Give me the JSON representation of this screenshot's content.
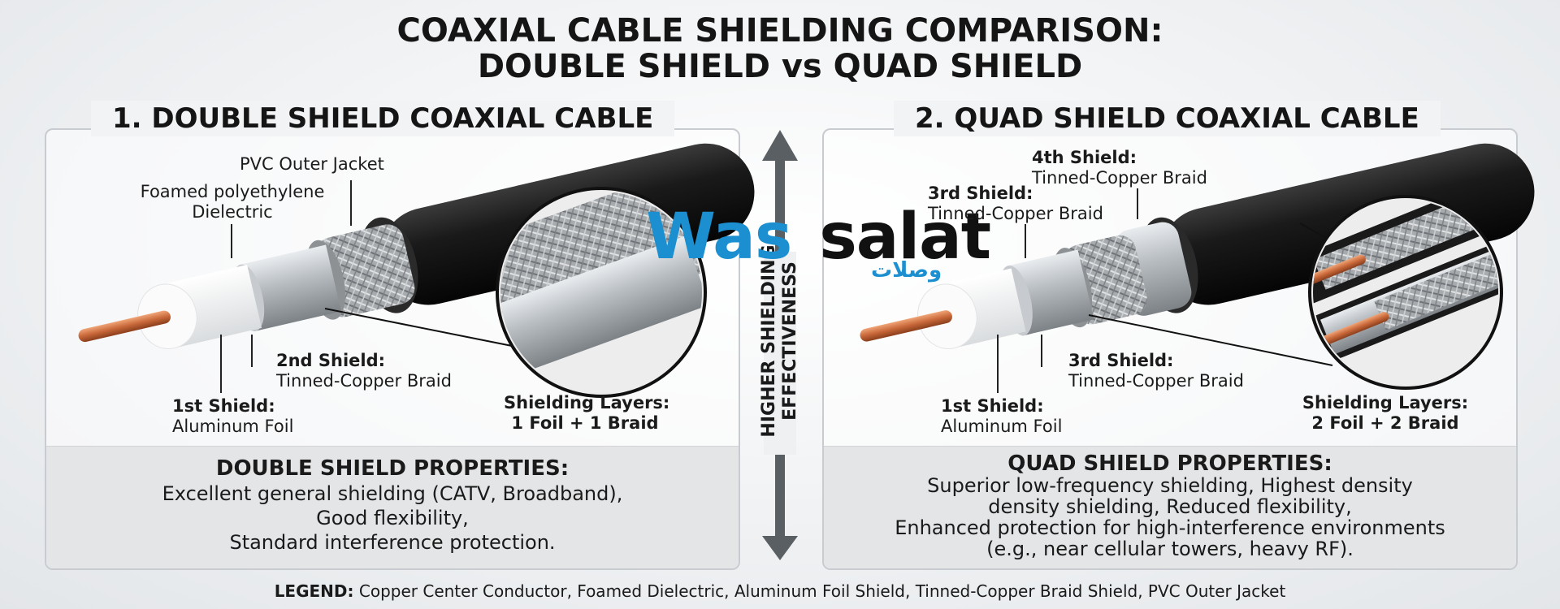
{
  "title": {
    "line1": "COAXIAL CABLE SHIELDING COMPARISON:",
    "line2": "DOUBLE SHIELD vs QUAD SHIELD"
  },
  "left": {
    "heading": "1. DOUBLE SHIELD COAXIAL CABLE",
    "labels": {
      "jacket": "PVC Outer Jacket",
      "dielectric_1": "Foamed polyethylene",
      "dielectric_2": "Dielectric",
      "shield2_title": "2nd Shield:",
      "shield2_desc": "Tinned-Copper Braid",
      "shield1_title": "1st Shield:",
      "shield1_desc": "Aluminum Foil",
      "layers_title": "Shielding Layers:",
      "layers_value": "1 Foil + 1 Braid"
    },
    "properties": {
      "title": "DOUBLE SHIELD PROPERTIES:",
      "lines": [
        "Excellent general shielding (CATV, Broadband),",
        "Good flexibility,",
        "Standard interference protection."
      ]
    }
  },
  "right": {
    "heading": "2. QUAD SHIELD COAXIAL CABLE",
    "labels": {
      "shield4_title": "4th Shield:",
      "shield4_desc": "Tinned-Copper Braid",
      "shield3a_title": "3rd Shield:",
      "shield3a_desc": "Tinned-Copper Braid",
      "shield3b_title": "3rd Shield:",
      "shield3b_desc": "Tinned-Copper Braid",
      "shield1_title": "1st Shield:",
      "shield1_desc": "Aluminum Foil",
      "layers_title": "Shielding Layers:",
      "layers_value": "2 Foil + 2 Braid"
    },
    "properties": {
      "title": "QUAD SHIELD PROPERTIES:",
      "lines": [
        "Superior low-frequency shielding, Highest density",
        "density shielding, Reduced flexibility,",
        "Enhanced protection for high-interference environments",
        "(e.g., near cellular towers, heavy RF)."
      ]
    }
  },
  "center_arrow": {
    "line1": "HIGHER SHIELDING",
    "line2": "EFFECTIVENESS"
  },
  "watermark": {
    "blue_part": "Was",
    "dark_part": "salat",
    "arabic": "وصلات"
  },
  "legend": {
    "label": "LEGEND:",
    "text": "Copper Center Conductor, Foamed Dielectric, Aluminum Foil Shield, Tinned-Copper Braid Shield, PVC Outer Jacket"
  },
  "colors": {
    "copper": "#c8683a",
    "dielectric": "#f4f4f4",
    "foil": "#bfc4c8",
    "braid": "#9ea2a5",
    "jacket": "#141414",
    "accent_blue": "#1c8fd0"
  }
}
